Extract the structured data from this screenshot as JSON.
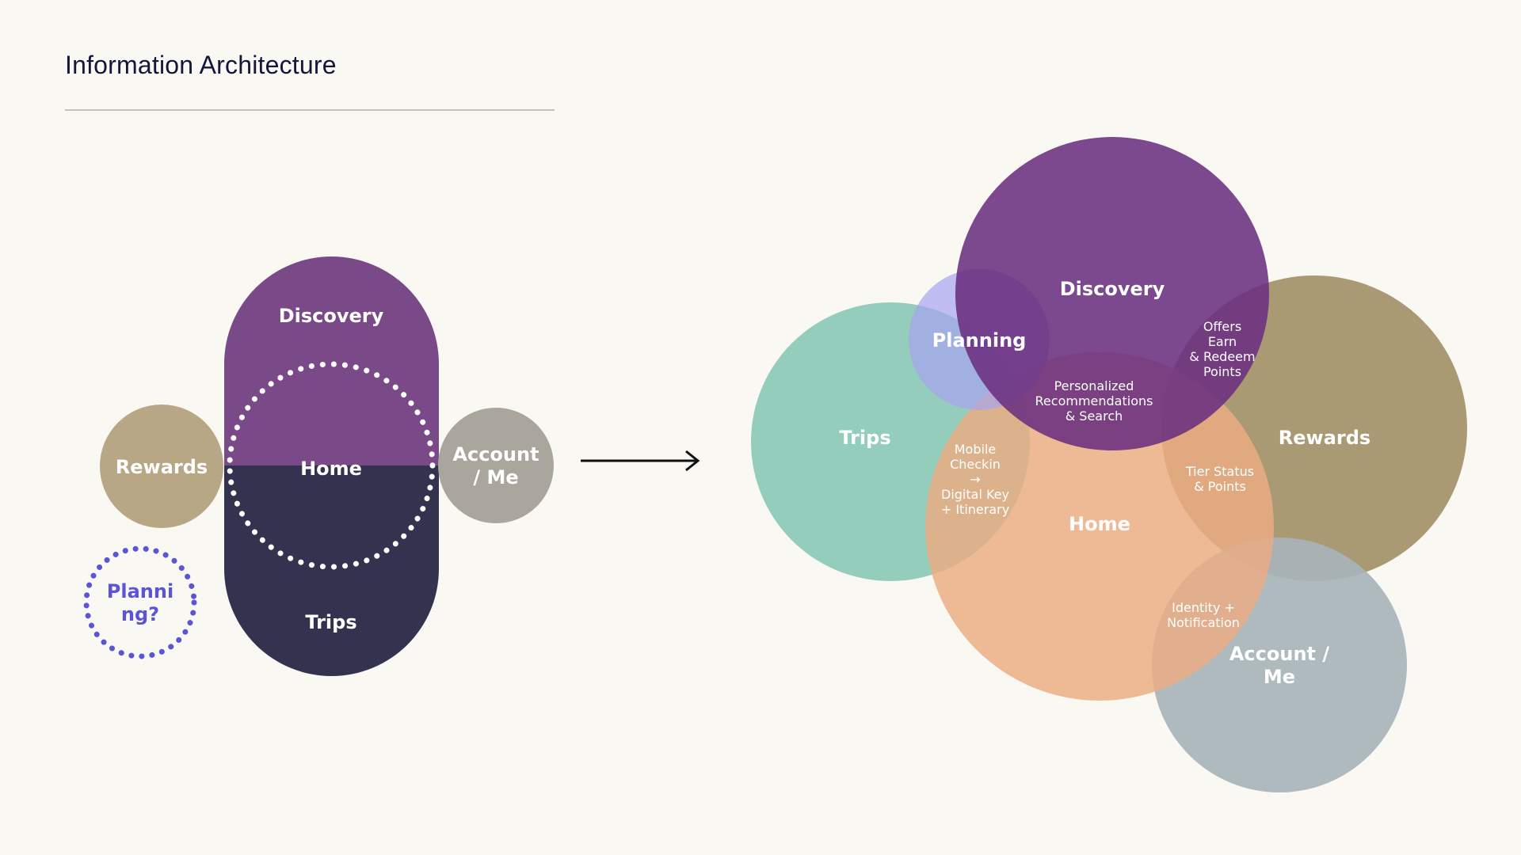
{
  "title": "Information Architecture",
  "colors": {
    "discovery": "#7a4a88",
    "home_current": "#7a4a88",
    "trips_current": "#33324f",
    "rewards_current": "#b7a784",
    "account_current": "#aaa59d",
    "planning_dotted": "#5b55d6",
    "trips": "#8fcab9",
    "home": "#ebac81",
    "rewards": "#a5956d",
    "account": "#a8b4bb",
    "planning": "#a6a4f0"
  },
  "current": {
    "discovery": "Discovery",
    "home": "Home",
    "trips": "Trips",
    "rewards": "Rewards",
    "account": [
      "Account",
      "/ Me"
    ],
    "planning": [
      "Planni",
      "ng?"
    ]
  },
  "arrow": "right-arrow-icon",
  "proposed": {
    "discovery": "Discovery",
    "planning": "Planning",
    "trips": "Trips",
    "rewards": "Rewards",
    "home": "Home",
    "account": [
      "Account /",
      "Me"
    ],
    "overlap_offers": [
      "Offers",
      "Earn",
      "& Redeem",
      "Points"
    ],
    "overlap_personalized": [
      "Personalized",
      "Recommendations",
      "& Search"
    ],
    "overlap_mobile": [
      "Mobile",
      "Checkin",
      "→",
      "Digital Key",
      "+ Itinerary"
    ],
    "overlap_tier": [
      "Tier Status",
      "& Points"
    ],
    "overlap_identity": [
      "Identity +",
      "Notification"
    ]
  }
}
